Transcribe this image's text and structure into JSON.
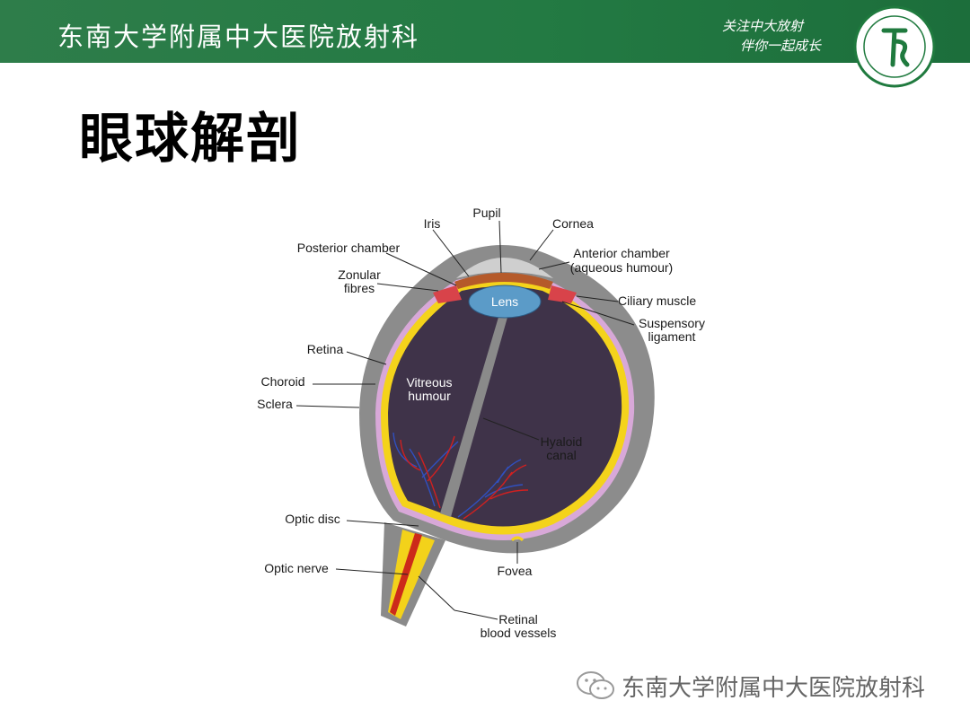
{
  "header": {
    "title": "东南大学附属中大医院放射科",
    "slogan_line1": "关注中大放射",
    "slogan_line2": "伴你一起成长"
  },
  "slide": {
    "title": "眼球解剖"
  },
  "diagram": {
    "labels": {
      "pupil": "Pupil",
      "iris": "Iris",
      "cornea": "Cornea",
      "posterior_chamber": "Posterior chamber",
      "anterior_chamber_1": "Anterior chamber",
      "anterior_chamber_2": "(aqueous humour)",
      "zonular_1": "Zonular",
      "zonular_2": "fibres",
      "lens": "Lens",
      "ciliary_muscle": "Ciliary muscle",
      "suspensory_1": "Suspensory",
      "suspensory_2": "ligament",
      "retina": "Retina",
      "choroid": "Choroid",
      "sclera": "Sclera",
      "vitreous_1": "Vitreous",
      "vitreous_2": "humour",
      "hyaloid_1": "Hyaloid",
      "hyaloid_2": "canal",
      "optic_disc": "Optic disc",
      "optic_nerve": "Optic nerve",
      "fovea": "Fovea",
      "retinal_1": "Retinal",
      "retinal_2": "blood vessels"
    }
  },
  "watermark": {
    "text": "东南大学附属中大医院放射科",
    "icon": "wechat-icon"
  },
  "colors": {
    "header_green": "#237a43",
    "vitreous": "#3f3349",
    "sclera": "#888888",
    "retina_yellow": "#f5d21a",
    "lens_blue": "#5b9bc8"
  }
}
